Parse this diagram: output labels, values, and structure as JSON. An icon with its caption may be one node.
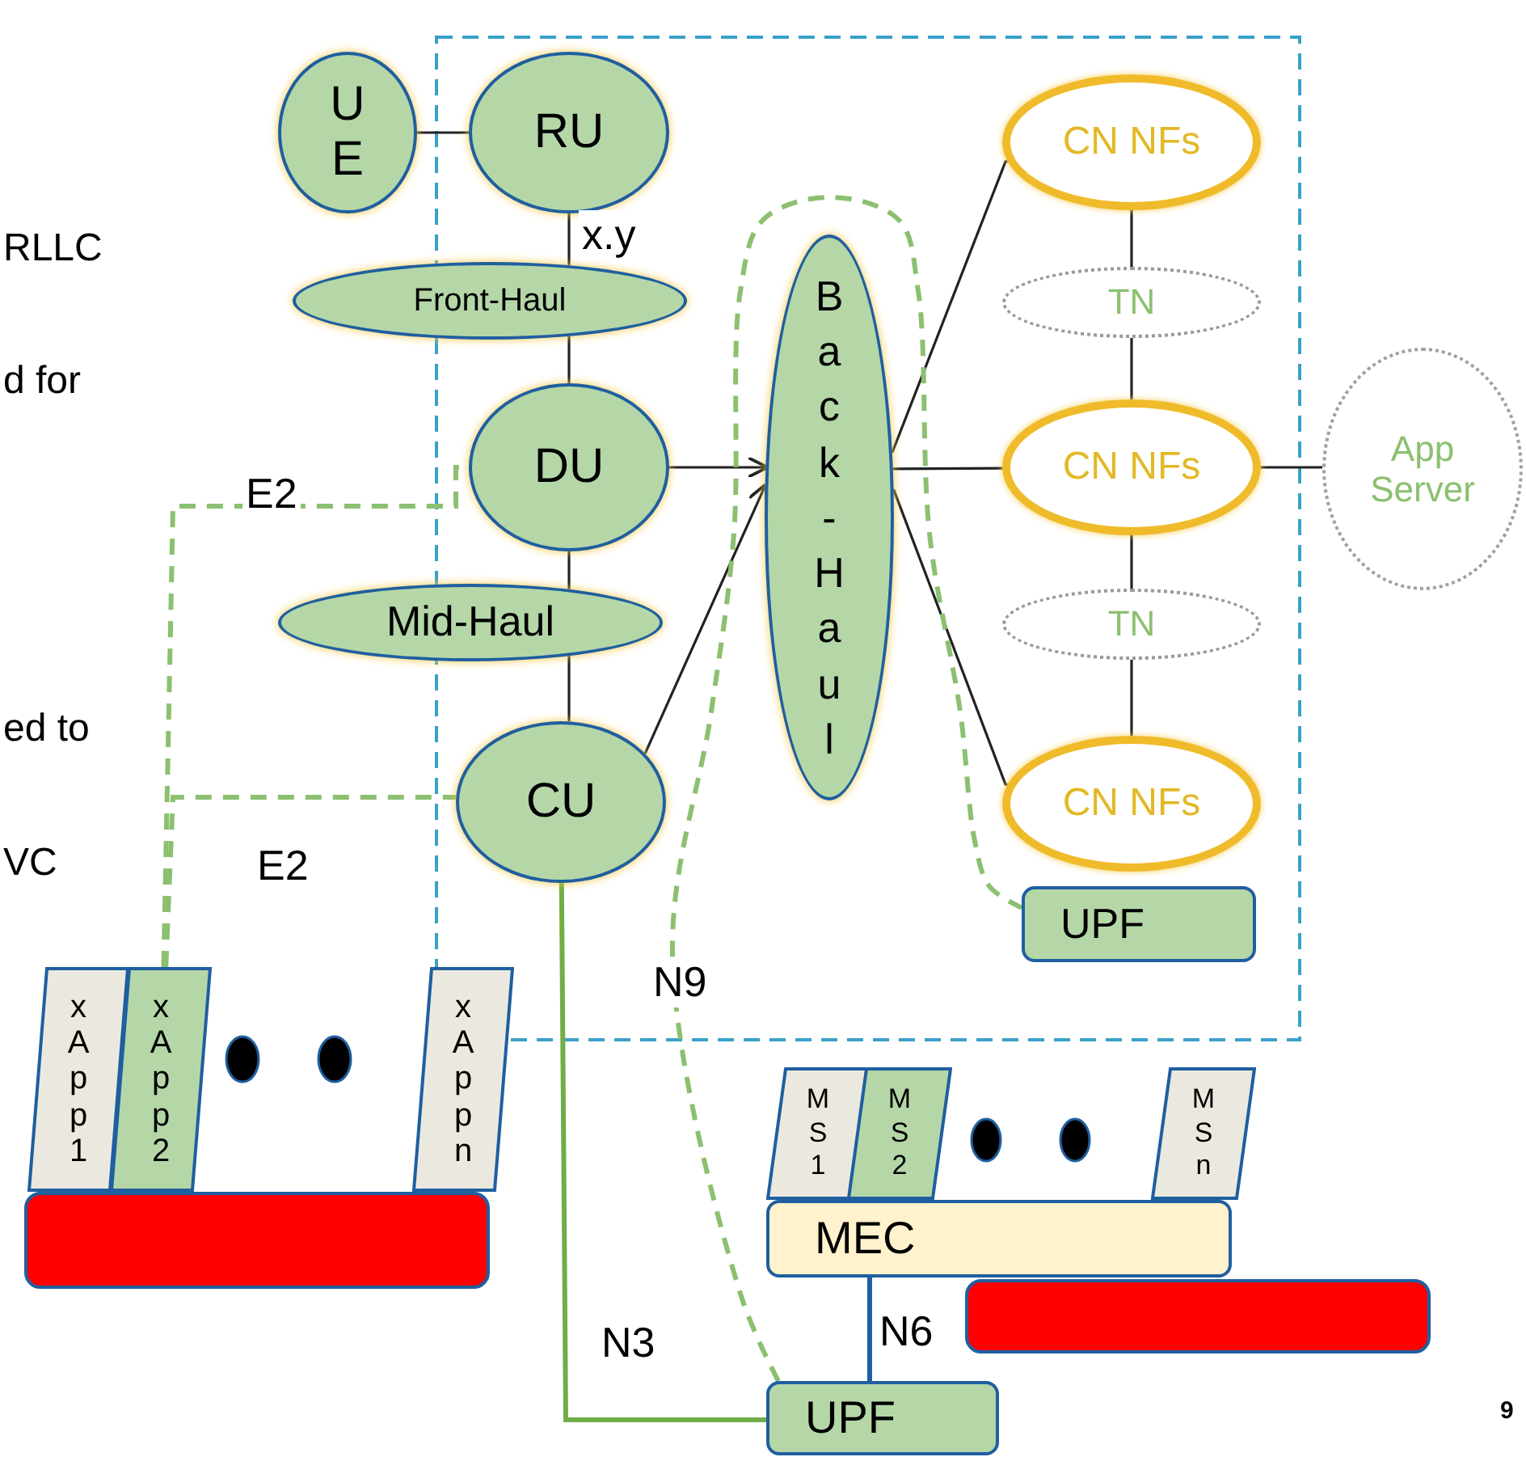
{
  "diagram": {
    "nodes": [
      {
        "text": [
          "UE"
        ]
      },
      {
        "text": [
          "RU"
        ]
      },
      {
        "text": [
          "Front-Haul"
        ]
      },
      {
        "text": [
          "DU"
        ]
      },
      {
        "text": [
          "Mid-Haul"
        ]
      },
      {
        "text": [
          "CU"
        ]
      },
      {
        "text": [
          "Back-Haul"
        ]
      },
      {
        "text": [
          "CN NFs"
        ]
      },
      {
        "text": [
          "TN"
        ]
      },
      {
        "text": [
          "CN NFs"
        ]
      },
      {
        "text": [
          "TN"
        ]
      },
      {
        "text": [
          "CN NFs"
        ]
      },
      {
        "text": [
          "App Server"
        ]
      },
      {
        "text": [
          "UPF"
        ]
      },
      {
        "text": [
          "xApp1"
        ]
      },
      {
        "text": [
          "xApp2"
        ]
      },
      {
        "text": [
          "xAppn"
        ]
      },
      {
        "text": [],
        "shape": "box"
      },
      {
        "text": [
          "MS1"
        ]
      },
      {
        "text": [
          "MS2"
        ]
      },
      {
        "text": [
          "MSn"
        ]
      },
      {
        "text": [
          "MEC"
        ]
      },
      {
        "text": [],
        "shape": "box"
      },
      {
        "text": [
          "UPF"
        ]
      }
    ],
    "edges": [
      {
        "from": 0,
        "to": 1,
        "arrow": "none"
      },
      {
        "from": 1,
        "to": 2,
        "arrow": "none",
        "label": "x.y"
      },
      {
        "from": 2,
        "to": 3,
        "arrow": "none"
      },
      {
        "from": 3,
        "to": 4,
        "arrow": "none"
      },
      {
        "from": 4,
        "to": 5,
        "arrow": "none"
      },
      {
        "from": 3,
        "to": 6,
        "arrow": "to"
      },
      {
        "from": 5,
        "to": 6,
        "arrow": "to"
      },
      {
        "from": 6,
        "to": 7,
        "arrow": "none"
      },
      {
        "from": 6,
        "to": 9,
        "arrow": "none"
      },
      {
        "from": 6,
        "to": 11,
        "arrow": "none"
      },
      {
        "from": 7,
        "to": 8,
        "arrow": "none"
      },
      {
        "from": 8,
        "to": 9,
        "arrow": "none"
      },
      {
        "from": 9,
        "to": 10,
        "arrow": "none"
      },
      {
        "from": 10,
        "to": 11,
        "arrow": "none"
      },
      {
        "from": 9,
        "to": 12,
        "arrow": "none"
      },
      {
        "from": 15,
        "to": 3,
        "arrow": "none",
        "label": "E2",
        "style": "dashed",
        "color": "#8cc070"
      },
      {
        "from": 15,
        "to": 5,
        "arrow": "none",
        "label": "E2",
        "style": "dashed",
        "color": "#8cc070"
      },
      {
        "from": 23,
        "to": 13,
        "arrow": "none",
        "label": "N9",
        "style": "dashed",
        "color": "#8cc070"
      },
      {
        "from": 5,
        "to": 23,
        "arrow": "none",
        "label": "N3",
        "color": "#70ad47"
      },
      {
        "from": 21,
        "to": 23,
        "arrow": "none",
        "label": "N6",
        "color": "#1f5fa0"
      }
    ],
    "labels": [
      "RLLC",
      "d for",
      "ed to",
      "VC",
      "9"
    ]
  }
}
